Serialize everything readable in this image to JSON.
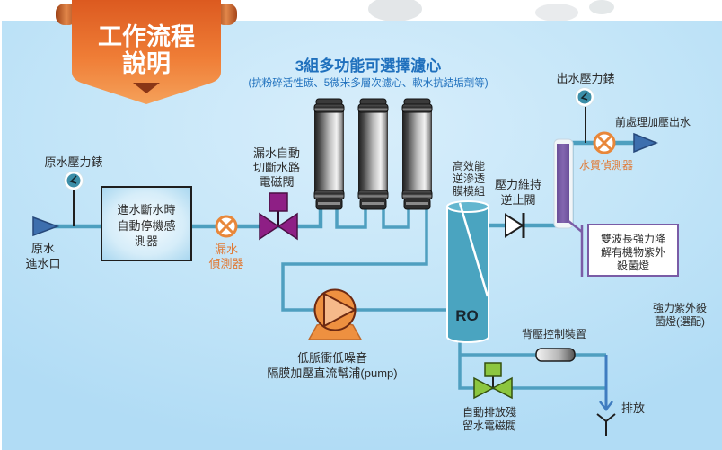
{
  "header": {
    "title_line1": "工作流程",
    "title_line2": "說明"
  },
  "filters": {
    "title": "3組多功能可選擇濾心",
    "subtitle": "(抗粉碎活性碳、5微米多層次濾心、軟水抗結垢劑等)",
    "cartridge_count": 3
  },
  "inlet": {
    "gauge_label": "原水壓力錶",
    "inlet_label": [
      "原水",
      "進水口"
    ]
  },
  "sensor": {
    "lines": [
      "進水斷水時",
      "自動停機感",
      "測器"
    ]
  },
  "leak_detector": {
    "lines": [
      "漏水",
      "偵測器"
    ]
  },
  "solenoid_valve": {
    "lines": [
      "漏水自動",
      "切斷水路",
      "電磁閥"
    ]
  },
  "pump": {
    "lines": [
      "低脈衝低噪音",
      "隔膜加壓直流幫浦(pump)"
    ]
  },
  "ro": {
    "label": "RO",
    "lines": [
      "高效能",
      "逆滲透",
      "膜模組"
    ]
  },
  "check_valve": {
    "lines": [
      "壓力維持",
      "逆止閥"
    ]
  },
  "uv": {
    "callout": [
      "雙波長強力降",
      "解有機物紫外",
      "殺菌燈"
    ],
    "optional": [
      "強力紫外殺",
      "菌燈(選配)"
    ]
  },
  "outlet": {
    "gauge_label": "出水壓力錶",
    "output_label": "前處理加壓出水",
    "quality_detector": "水質偵測器"
  },
  "drain": {
    "back_pressure": "背壓控制裝置",
    "drain_valve": [
      "自動排放殘",
      "留水電磁閥"
    ],
    "drain_label": "排放"
  },
  "colors": {
    "pipe": "#4d9fbf",
    "banner_orange": "#ee7a33",
    "title_blue": "#1f70bd",
    "detector_orange": "#e8873a",
    "solenoid_purple": "#8e1f85",
    "drain_valve_green": "#8cc63f",
    "ro_teal": "#4aa4c0",
    "uv_purple": "#7b5ea7",
    "arrow_blue": "#3d6fae",
    "panel_blue": "#b5def6"
  }
}
